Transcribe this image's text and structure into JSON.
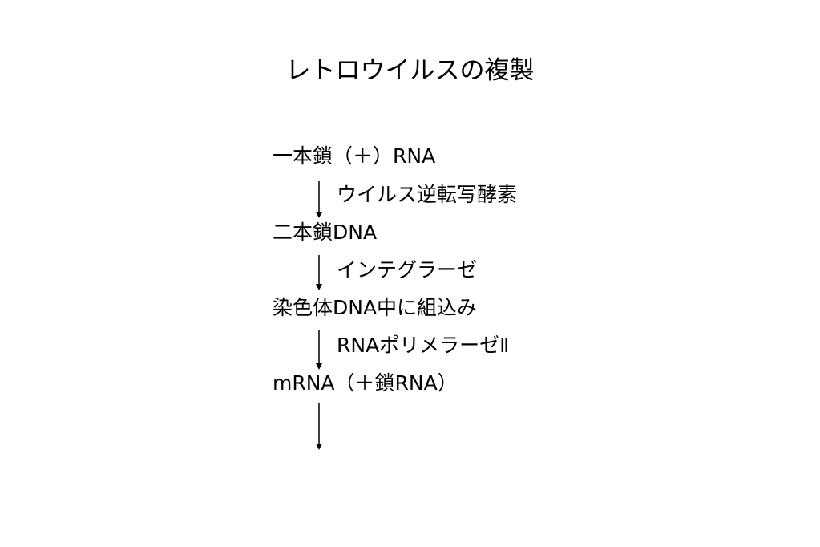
{
  "title": "レトロウイルスの複製",
  "steps": [
    "一本鎖（＋）RNA",
    "二本鎖DNA",
    "染色体DNA中に組込み",
    "mRNA（＋鎖RNA）"
  ],
  "enzymes": [
    "ウイルス逆転写酵素",
    "インテグラーゼ",
    "RNAポリメラーゼⅡ"
  ],
  "colors": {
    "background": "#ffffff",
    "text": "#000000"
  }
}
